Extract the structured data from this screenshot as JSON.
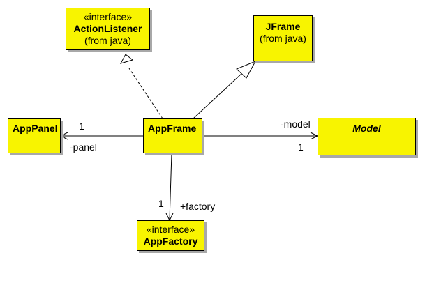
{
  "classes": {
    "action_listener": {
      "stereotype": "«interface»",
      "name": "ActionListener",
      "package": "(from java)"
    },
    "jframe": {
      "name": "JFrame",
      "package": "(from java)"
    },
    "app_panel": {
      "name": "AppPanel"
    },
    "app_frame": {
      "name": "AppFrame"
    },
    "model": {
      "name": "Model"
    },
    "app_factory": {
      "stereotype": "«interface»",
      "name": "AppFactory"
    }
  },
  "associations": {
    "panel": {
      "role": "-panel",
      "multiplicity": "1"
    },
    "model": {
      "role": "-model",
      "multiplicity": "1"
    },
    "factory": {
      "role": "+factory",
      "multiplicity": "1"
    }
  },
  "colors": {
    "class_fill": "#f8f400",
    "shadow": "#a8a8a8",
    "line": "#000000"
  }
}
